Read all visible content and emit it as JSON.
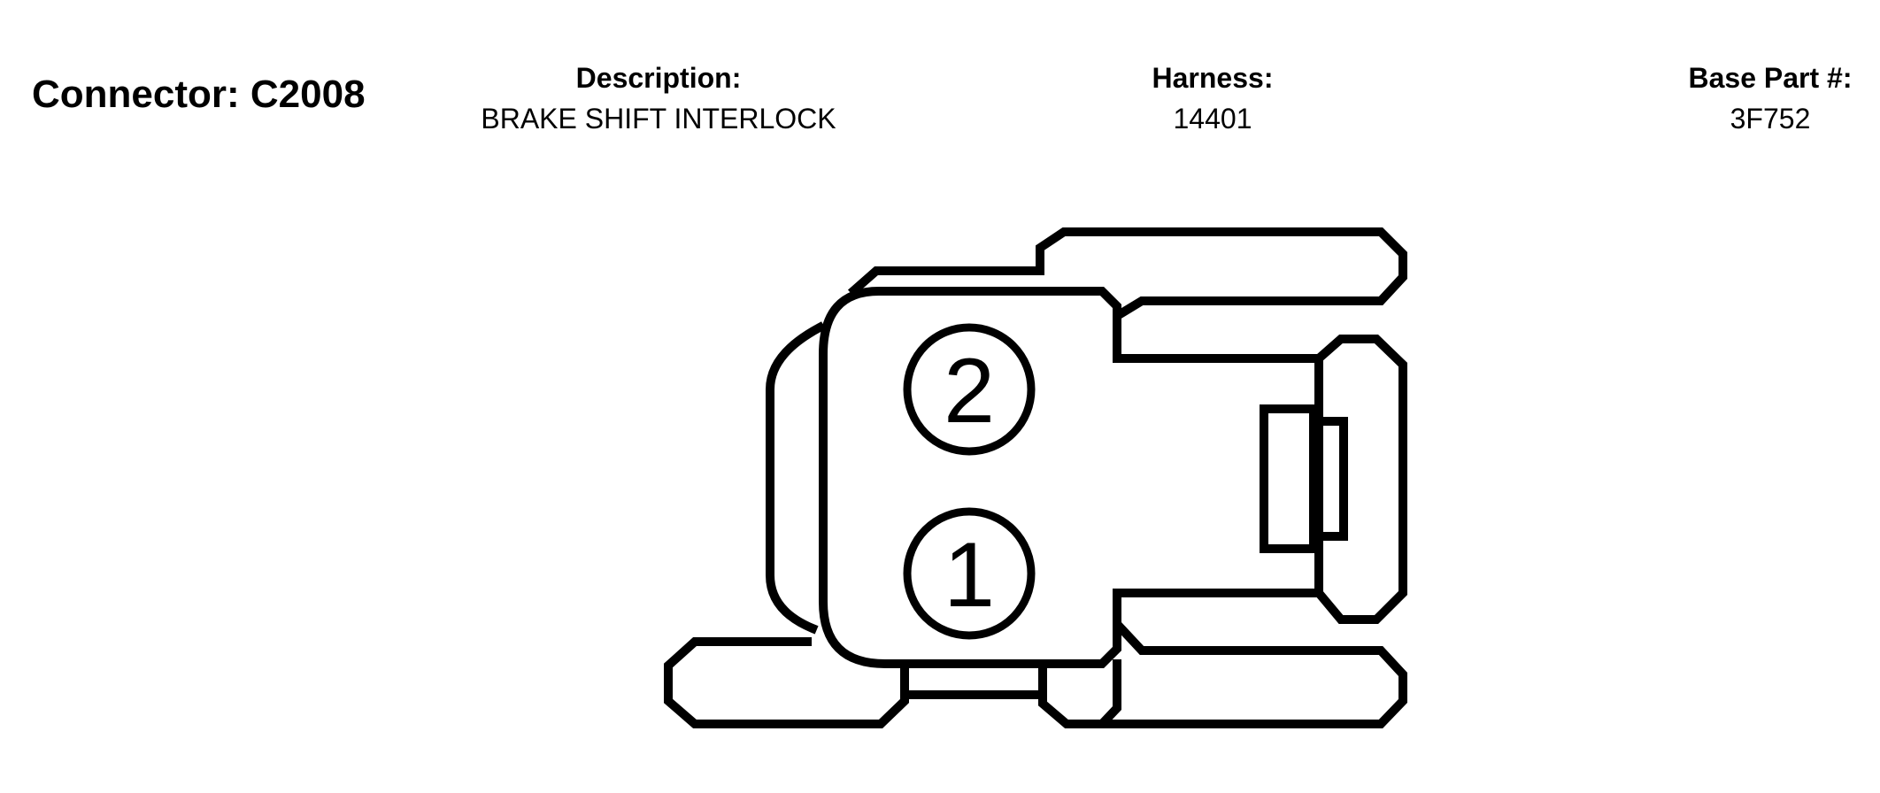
{
  "header": {
    "connector_title": "Connector: C2008",
    "description_label": "Description:",
    "description_value": "BRAKE SHIFT INTERLOCK",
    "harness_label": "Harness:",
    "harness_value": "14401",
    "base_part_label": "Base Part #:",
    "base_part_value": "3F752"
  },
  "connector": {
    "pins": [
      {
        "number": "2"
      },
      {
        "number": "1"
      }
    ],
    "stroke_color": "#000000",
    "fill_color": "#ffffff"
  }
}
